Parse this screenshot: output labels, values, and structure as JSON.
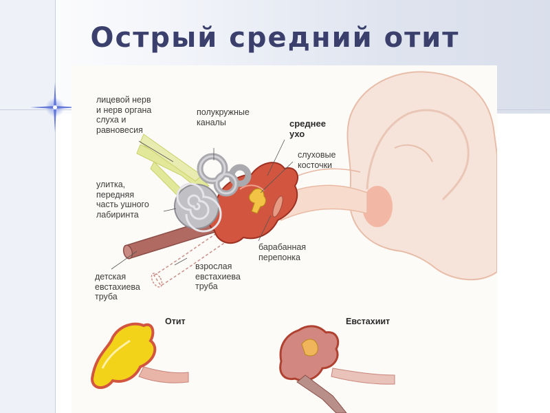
{
  "slide": {
    "title": "Острый средний отит"
  },
  "labels": {
    "facial_nerve": "лицевой нерв\nи нерв органа\nслуха и\nравновесия",
    "semicircular": "полукружные\nканалы",
    "middle_ear": "среднее\nухо",
    "ossicles": "слуховые\nкосточки",
    "cochlea": "улитка,\nпередняя\nчасть ушного\nлабиринта",
    "eardrum": "барабанная\nперепонка",
    "child_tube": "детская\nевстахиева\nтруба",
    "adult_tube": "взрослая\nевстахиева\nтруба",
    "otitis": "Отит",
    "eustachitis": "Евстахиит"
  },
  "colors": {
    "title": "#3a3f6b",
    "middle_ear": "#d2553f",
    "cochlea": "#b8b8bc",
    "nerve": "#e2e89a",
    "tube": "#b06a62",
    "pus": "#f3d21a",
    "skin": "#f2c2ab"
  }
}
